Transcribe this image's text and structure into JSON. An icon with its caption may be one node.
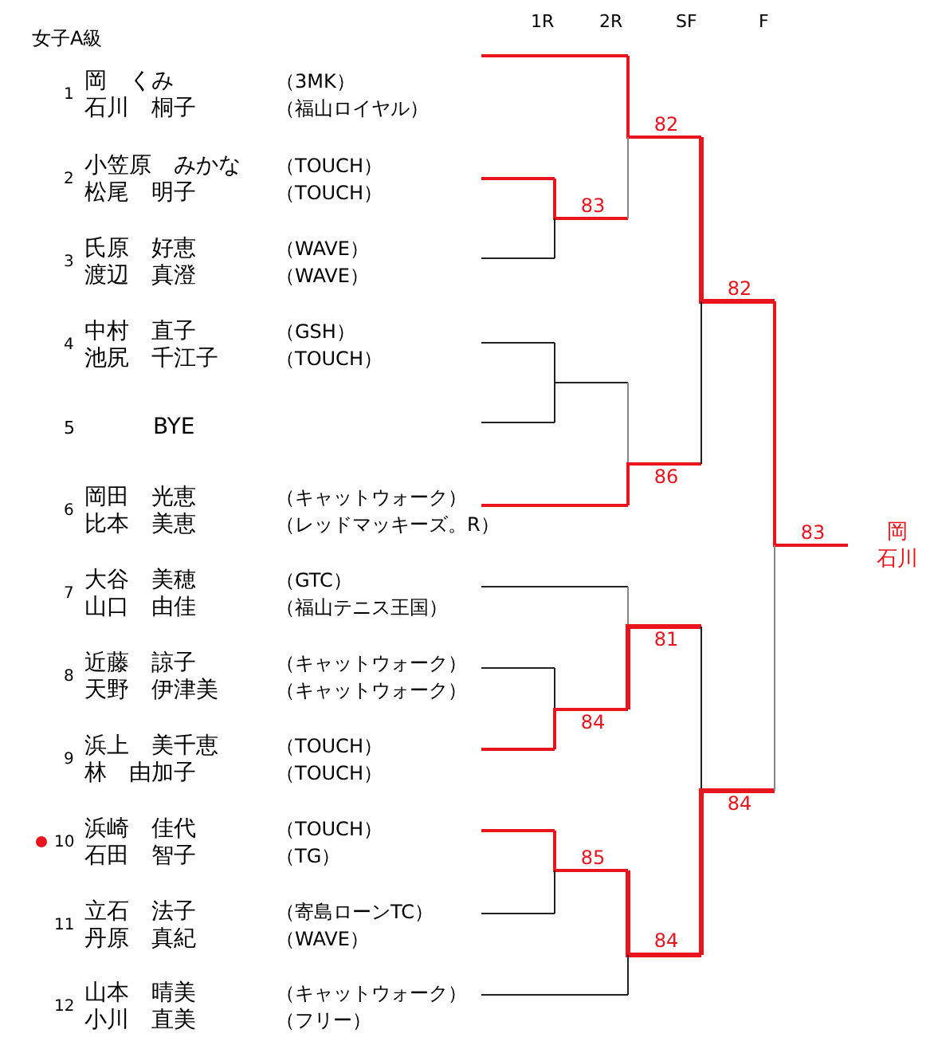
{
  "diagram": {
    "title": "女子A級",
    "labels": [
      "1R",
      "2R",
      "SF",
      "F",
      "1",
      "岡　くみ",
      "（3MK）",
      "石川　桐子",
      "（福山ロイヤル）",
      "2",
      "小笠原　みかな",
      "（TOUCH）",
      "松尾　明子",
      "（TOUCH）",
      "3",
      "氏原　好恵",
      "（WAVE）",
      "渡辺　真澄",
      "（WAVE）",
      "4",
      "中村　直子",
      "（GSH）",
      "池尻　千江子",
      "（TOUCH）",
      "5",
      "BYE",
      "6",
      "岡田　光恵",
      "（キャットウォーク）",
      "比本　美恵",
      "（レッドマッキーズ。R）",
      "7",
      "大谷　美穂",
      "（GTC）",
      "山口　由佳",
      "（福山テニス王国）",
      "8",
      "近藤　諒子",
      "（キャットウォーク）",
      "天野　伊津美",
      "（キャットウォーク）",
      "9",
      "浜上　美千恵",
      "（TOUCH）",
      "林　由加子",
      "（TOUCH）",
      "10",
      "浜崎　佳代",
      "（TOUCH）",
      "石田　智子",
      "（TG）",
      "11",
      "立石　法子",
      "（寄島ローンTC）",
      "丹原　真紀",
      "（WAVE）",
      "12",
      "山本　晴美",
      "（キャットウォーク）",
      "小川　直美",
      "（フリー）",
      "82",
      "83",
      "82",
      "86",
      "83",
      "81",
      "84",
      "85",
      "84",
      "84",
      "岡",
      "石川"
    ]
  }
}
